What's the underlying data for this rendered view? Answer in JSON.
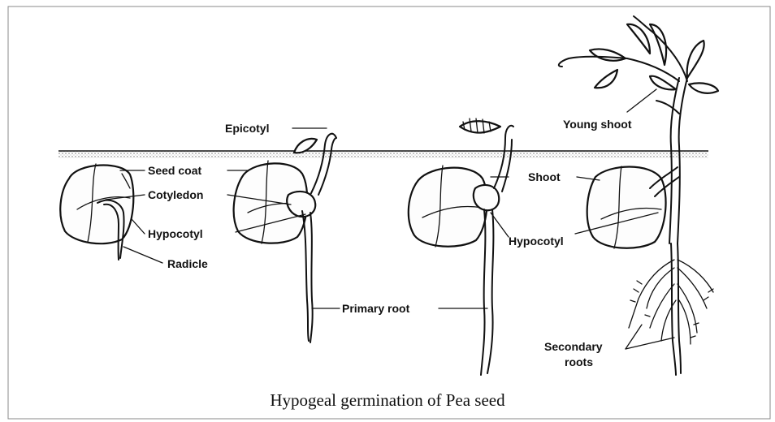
{
  "caption": "Hypogeal germination of Pea seed",
  "labels": {
    "epicotyl": "Epicotyl",
    "seed_coat": "Seed coat",
    "cotyledon": "Cotyledon",
    "hypocotyl_left": "Hypocotyl",
    "radicle": "Radicle",
    "primary_root": "Primary root",
    "shoot": "Shoot",
    "hypocotyl_right": "Hypocotyl",
    "young_shoot": "Young shoot",
    "secondary_roots_line1": "Secondary",
    "secondary_roots_line2": "roots"
  },
  "colors": {
    "ink": "#111111",
    "soil": "#bdbdbd",
    "background": "#ffffff"
  }
}
